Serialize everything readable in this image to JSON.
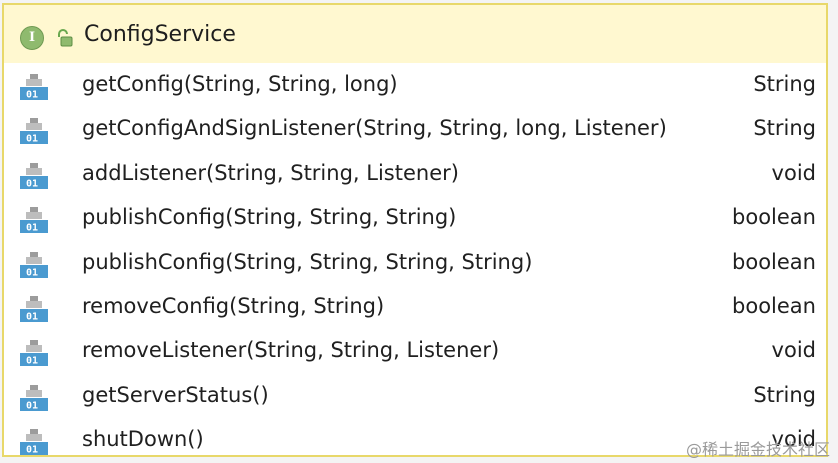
{
  "header": {
    "badge_letter": "I",
    "class_name": "ConfigService"
  },
  "methods": [
    {
      "signature": "getConfig(String, String, long)",
      "return_type": "String"
    },
    {
      "signature": "getConfigAndSignListener(String, String, long, Listener)",
      "return_type": "String"
    },
    {
      "signature": "addListener(String, String, Listener)",
      "return_type": "void"
    },
    {
      "signature": "publishConfig(String, String, String)",
      "return_type": "boolean"
    },
    {
      "signature": "publishConfig(String, String, String, String)",
      "return_type": "boolean"
    },
    {
      "signature": "removeConfig(String, String)",
      "return_type": "boolean"
    },
    {
      "signature": "removeListener(String, String, Listener)",
      "return_type": "void"
    },
    {
      "signature": "getServerStatus()",
      "return_type": "String"
    },
    {
      "signature": "shutDown()",
      "return_type": "void"
    }
  ],
  "icons": {
    "badge": "interface-icon",
    "visibility": "public-lock-icon",
    "method": "abstract-method-icon"
  },
  "colors": {
    "border": "#e8d86a",
    "header_bg": "#fff8d0",
    "badge": "#8fba6e",
    "method_icon_blue": "#4a9ad0"
  },
  "watermark": "@稀土掘金技术社区"
}
